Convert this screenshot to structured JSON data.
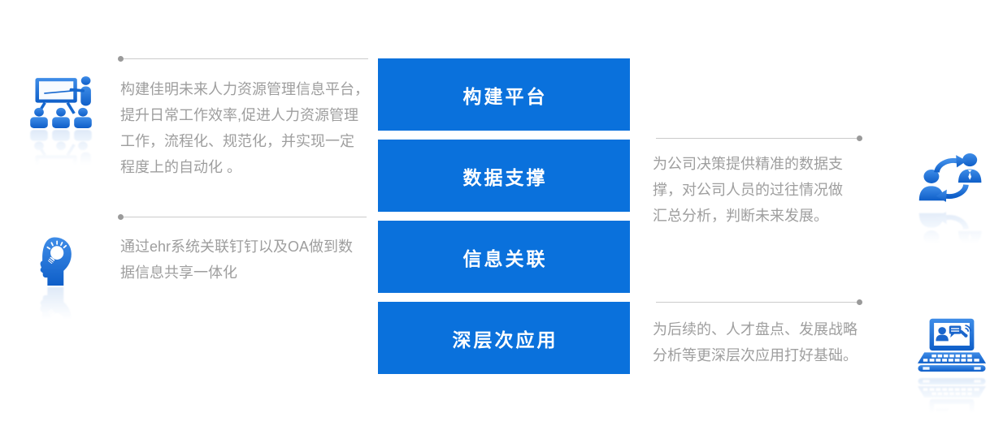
{
  "page": {
    "background": "#ffffff",
    "accent_blue": "#0a71dc",
    "icon_blue": "#1b66cc",
    "line_color": "#cbcbcb",
    "dot_color": "#9a9a9a",
    "text_color": "#9e9e9e"
  },
  "center_pillars": [
    {
      "label": "构建平台"
    },
    {
      "label": "数据支撑"
    },
    {
      "label": "信息关联"
    },
    {
      "label": "深层次应用"
    }
  ],
  "left_sections": [
    {
      "icon": "training-presentation-icon",
      "lines": [
        "构建佳明未来人力资源管理信息平台，",
        "提升日常工作效率,促进人力资源管理",
        "工作，流程化、规范化，并实现一定",
        "程度上的自动化 。"
      ]
    },
    {
      "icon": "idea-head-icon",
      "lines": [
        "通过ehr系统关联钉钉以及OA做到数",
        "据信息共享一体化"
      ]
    }
  ],
  "right_sections": [
    {
      "icon": "people-exchange-icon",
      "lines": [
        "为公司决策提供精准的数据支",
        "撑，对公司人员的过往情况做",
        "汇总分析，判断未来发展。"
      ]
    },
    {
      "icon": "laptop-communication-icon",
      "lines": [
        "为后续的、人才盘点、发展战略",
        "分析等更深层次应用打好基础。"
      ]
    }
  ]
}
